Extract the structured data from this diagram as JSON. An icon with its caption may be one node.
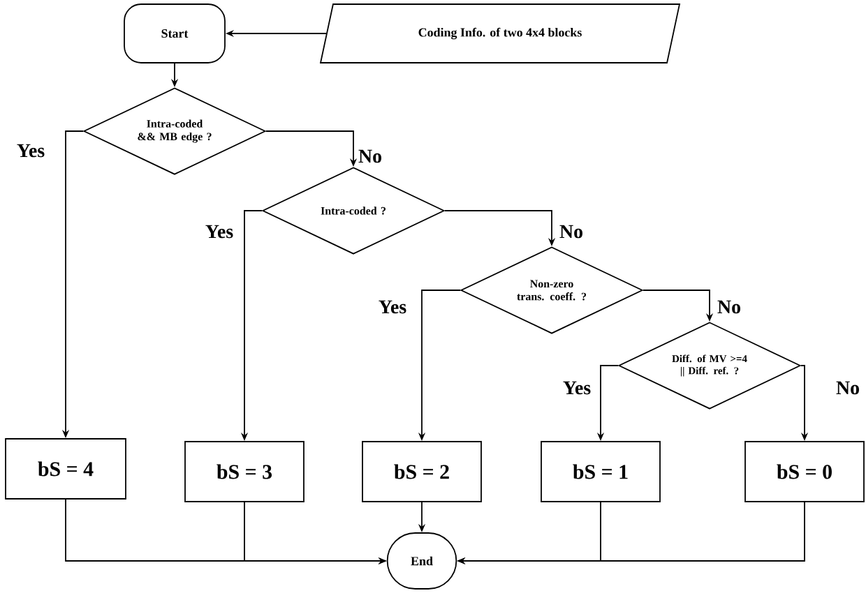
{
  "diagram": {
    "nodes": [
      {
        "text": [
          "Start"
        ]
      },
      {
        "text": [
          "Coding Info. of two 4x4 blocks"
        ]
      },
      {
        "text": [
          "Intra-coded && MB edge ?"
        ]
      },
      {
        "text": [
          "Intra-coded ?"
        ]
      },
      {
        "text": [
          "Non-zero trans. coeff. ?"
        ]
      },
      {
        "text": [
          "Diff. of MV >=4 || Diff. ref. ?"
        ]
      },
      {
        "text": [
          "bS = 4"
        ]
      },
      {
        "text": [
          "bS = 3"
        ]
      },
      {
        "text": [
          "bS = 2"
        ]
      },
      {
        "text": [
          "bS = 1"
        ]
      },
      {
        "text": [
          "bS = 0"
        ]
      },
      {
        "text": [
          "End"
        ]
      }
    ],
    "edges": [
      {
        "from": 1,
        "to": 0,
        "arrow": "to"
      },
      {
        "from": 0,
        "to": 2,
        "arrow": "to"
      },
      {
        "from": 2,
        "to": 6,
        "arrow": "to",
        "label": "Yes"
      },
      {
        "from": 2,
        "to": 3,
        "arrow": "to",
        "label": "No"
      },
      {
        "from": 3,
        "to": 7,
        "arrow": "to",
        "label": "Yes"
      },
      {
        "from": 3,
        "to": 4,
        "arrow": "to",
        "label": "No"
      },
      {
        "from": 4,
        "to": 8,
        "arrow": "to",
        "label": "Yes"
      },
      {
        "from": 4,
        "to": 5,
        "arrow": "to",
        "label": "No"
      },
      {
        "from": 5,
        "to": 9,
        "arrow": "to",
        "label": "Yes"
      },
      {
        "from": 5,
        "to": 10,
        "arrow": "to",
        "label": "No"
      },
      {
        "from": 6,
        "to": 11,
        "arrow": "to"
      },
      {
        "from": 7,
        "to": 11,
        "arrow": "to"
      },
      {
        "from": 8,
        "to": 11,
        "arrow": "to"
      },
      {
        "from": 9,
        "to": 11,
        "arrow": "to"
      },
      {
        "from": 10,
        "to": 11,
        "arrow": "to"
      }
    ]
  }
}
